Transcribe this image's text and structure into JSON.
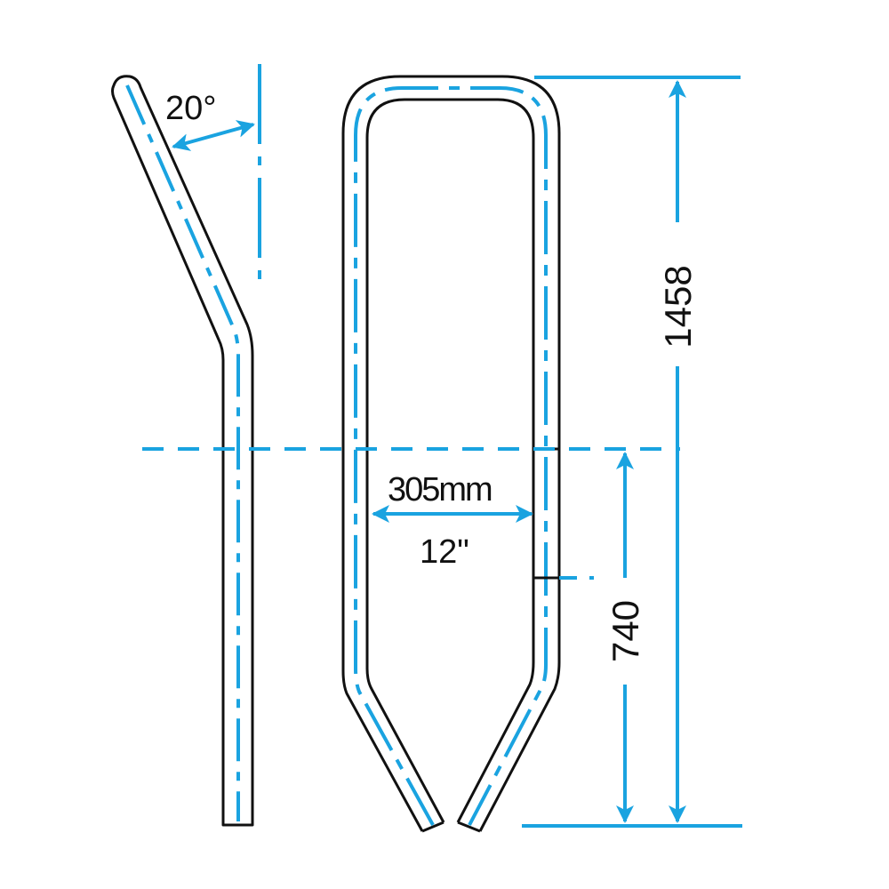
{
  "diagram": {
    "title": "",
    "colors": {
      "outline": "#111111",
      "centerline": "#1aa3e0",
      "dimension": "#1aa3e0",
      "background": "#ffffff"
    },
    "labels": {
      "angle": "20°",
      "width_mm": "305mm",
      "width_in": "12\"",
      "overall_height": "1458",
      "partial_height": "740"
    },
    "views": {
      "side_view": "bent side profile with 20° lean",
      "front_view": "U-shaped frame with tapered bottom legs"
    }
  }
}
